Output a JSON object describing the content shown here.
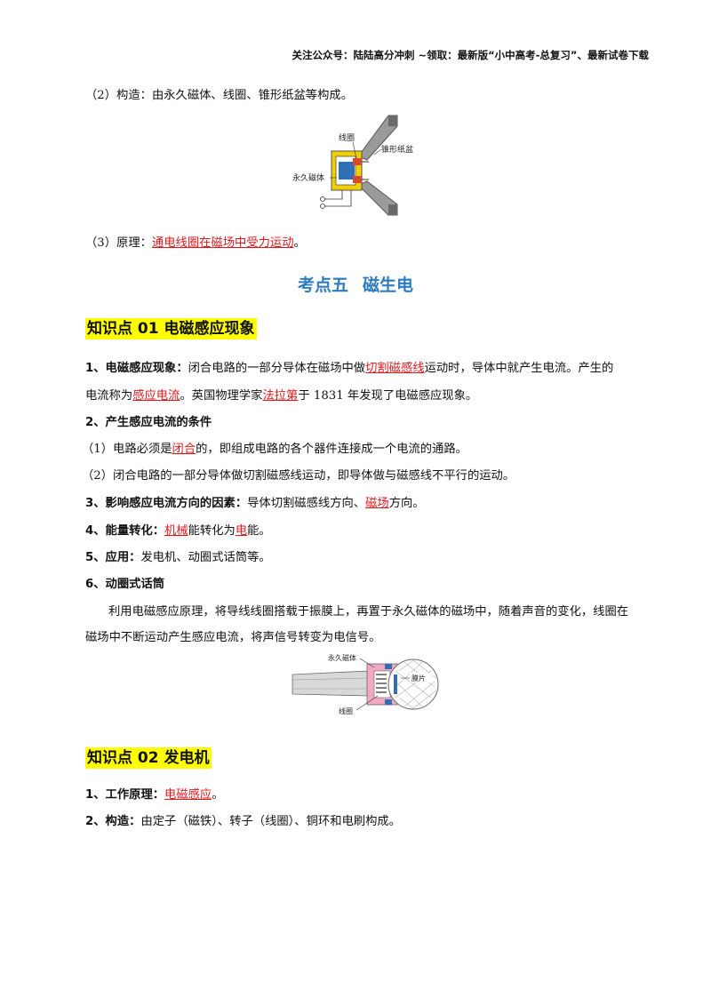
{
  "header": {
    "text": "关注公众号：陆陆高分冲刺 ~领取：最新版“小中高考-总复习”、最新试卷下载"
  },
  "speaker": {
    "construction": {
      "prefix": "（2）构造：",
      "text": "由永久磁体、线圈、锥形纸盆等构成。"
    },
    "diagram": {
      "coil": "线圈",
      "cone": "锥形纸盆",
      "magnet": "永久磁体"
    },
    "principle": {
      "prefix": "（3）原理：",
      "answer": "通电线圈在磁场中受力运动",
      "suffix": "。"
    }
  },
  "section": {
    "part1": "考点五",
    "part2": "磁生电"
  },
  "kp1": {
    "title": "知识点 01  电磁感应现象",
    "item1": {
      "label": "1、电磁感应现象：",
      "t1": "闭合电路的一部分导体在磁场中做",
      "a1": "切割磁感线",
      "t2": "运动时，导体中就产生电流。产生的"
    },
    "item1_line2": {
      "t1": "电流称为",
      "a1": "感应电流",
      "t2": "。英国物理学家",
      "a2": "法拉第",
      "t3": "于 1831 年发现了电磁感应现象。"
    },
    "item2": {
      "label": "2、产生感应电流的条件"
    },
    "item2a": {
      "t1": "（1）电路必须是",
      "a1": "闭合",
      "t2": "的，即组成电路的各个器件连接成一个电流的通路。"
    },
    "item2b": {
      "t1": "（2）闭合电路的一部分导体做切割磁感线运动，即导体做与磁感线不平行的运动。"
    },
    "item3": {
      "label": "3、影响感应电流方向的因素：",
      "t1": "导体切割磁感线方向、",
      "a1": "磁场",
      "t2": "方向。"
    },
    "item4": {
      "label": "4、能量转化：",
      "a1": "机械",
      "t1": "能转化为",
      "a2": "电",
      "t2": "能。"
    },
    "item5": {
      "label": "5、应用：",
      "t1": "发电机、动圈式话筒等。"
    },
    "item6": {
      "label": "6、动圈式话筒"
    },
    "item6_para": "利用电磁感应原理，将导线线圈搭载于振膜上，再置于永久磁体的磁场中，随着声音的变化，线圈在磁场中不断运动产生感应电流，将声信号转变为电信号。",
    "mic_diagram": {
      "magnet": "永久磁体",
      "diaphragm": "膜片",
      "coil": "线圈"
    }
  },
  "kp2": {
    "title": "知识点 02  发电机",
    "item1": {
      "label": "1、工作原理：",
      "a1": "电磁感应",
      "t1": "。"
    },
    "item2": {
      "label": "2、构造：",
      "t1": "由定子（磁铁）、转子（线圈）、铜环和电刷构成。"
    }
  }
}
